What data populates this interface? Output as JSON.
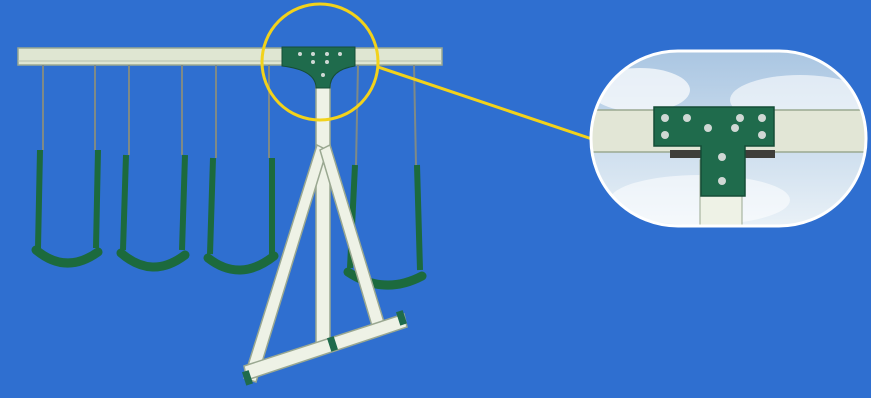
{
  "scene": {
    "subject": "swing-set-with-four-belt-swings",
    "colors": {
      "background": "#2f6fd0",
      "beam": "#dfe6d2",
      "beam_edge": "#9aa891",
      "bracket": "#1f6b4c",
      "bolt": "#cfd8d4",
      "seat": "#1c6a3d",
      "chain": "#7f8a86",
      "highlight": "#f2d21b",
      "sky": "#cfe0ee"
    },
    "swings_count": 4
  },
  "detail_callout": {
    "shape": "rounded-capsule",
    "shows": "t-bracket-closeup"
  }
}
